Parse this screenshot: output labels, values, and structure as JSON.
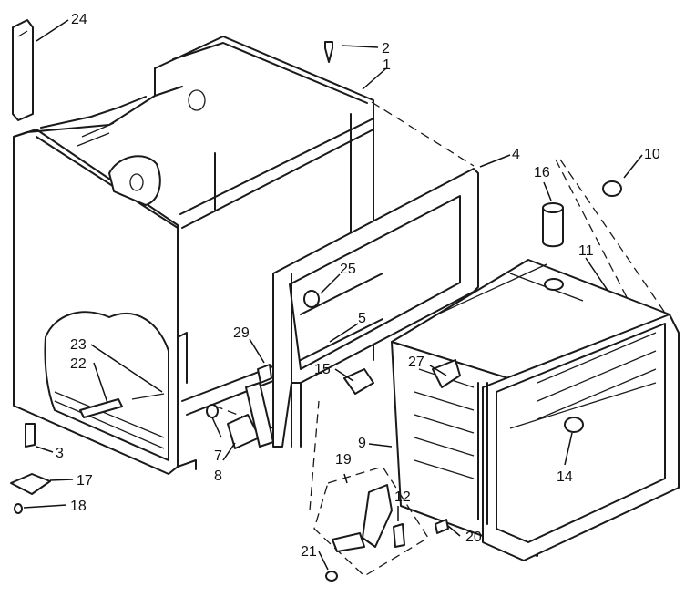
{
  "callouts": [
    {
      "id": "c24",
      "text": "24"
    },
    {
      "id": "c2",
      "text": "2"
    },
    {
      "id": "c1",
      "text": "1"
    },
    {
      "id": "c4",
      "text": "4"
    },
    {
      "id": "c10",
      "text": "10"
    },
    {
      "id": "c16",
      "text": "16"
    },
    {
      "id": "c11",
      "text": "11"
    },
    {
      "id": "c25",
      "text": "25"
    },
    {
      "id": "c5",
      "text": "5"
    },
    {
      "id": "c29",
      "text": "29"
    },
    {
      "id": "c27",
      "text": "27"
    },
    {
      "id": "c15",
      "text": "15"
    },
    {
      "id": "c23",
      "text": "23"
    },
    {
      "id": "c22",
      "text": "22"
    },
    {
      "id": "c9",
      "text": "9"
    },
    {
      "id": "c7",
      "text": "7"
    },
    {
      "id": "c8",
      "text": "8"
    },
    {
      "id": "c3",
      "text": "3"
    },
    {
      "id": "c17",
      "text": "17"
    },
    {
      "id": "c18",
      "text": "18"
    },
    {
      "id": "c19",
      "text": "19"
    },
    {
      "id": "c12",
      "text": "12"
    },
    {
      "id": "c14",
      "text": "14"
    },
    {
      "id": "c20",
      "text": "20"
    },
    {
      "id": "c21",
      "text": "21"
    }
  ]
}
